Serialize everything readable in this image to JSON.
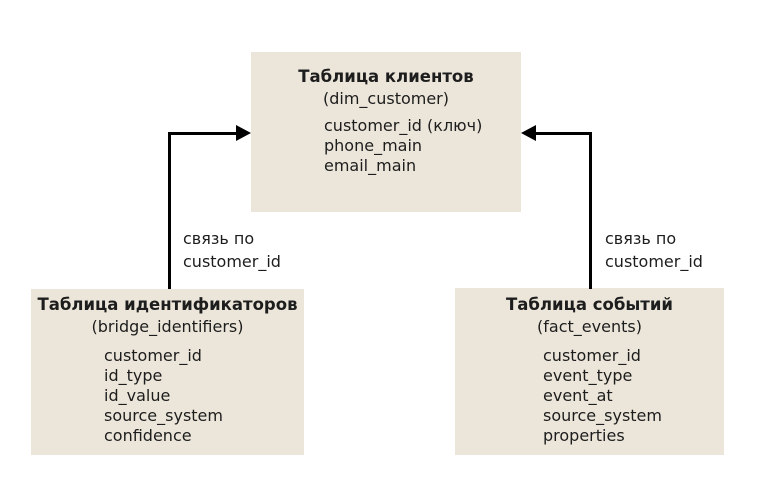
{
  "diagram": {
    "colors": {
      "box_fill": "#ece6da",
      "text": "#1d1d1d",
      "connector": "#000000",
      "background": "#ffffff"
    },
    "tables": [
      {
        "id": "dim_customer",
        "title": "Таблица клиентов",
        "subtitle": "(dim_customer)",
        "fields": [
          "customer_id (ключ)",
          "phone_main",
          "email_main"
        ]
      },
      {
        "id": "bridge_identifiers",
        "title": "Таблица идентификаторов",
        "subtitle": "(bridge_identifiers)",
        "fields": [
          "customer_id",
          "id_type",
          "id_value",
          "source_system",
          "confidence"
        ]
      },
      {
        "id": "fact_events",
        "title": "Таблица событий",
        "subtitle": "(fact_events)",
        "fields": [
          "customer_id",
          "event_type",
          "event_at",
          "source_system",
          "properties"
        ]
      }
    ],
    "connections": [
      {
        "from": "bridge_identifiers",
        "to": "dim_customer",
        "label_line1": "связь по",
        "label_line2": "customer_id"
      },
      {
        "from": "fact_events",
        "to": "dim_customer",
        "label_line1": "связь по",
        "label_line2": "customer_id"
      }
    ]
  }
}
